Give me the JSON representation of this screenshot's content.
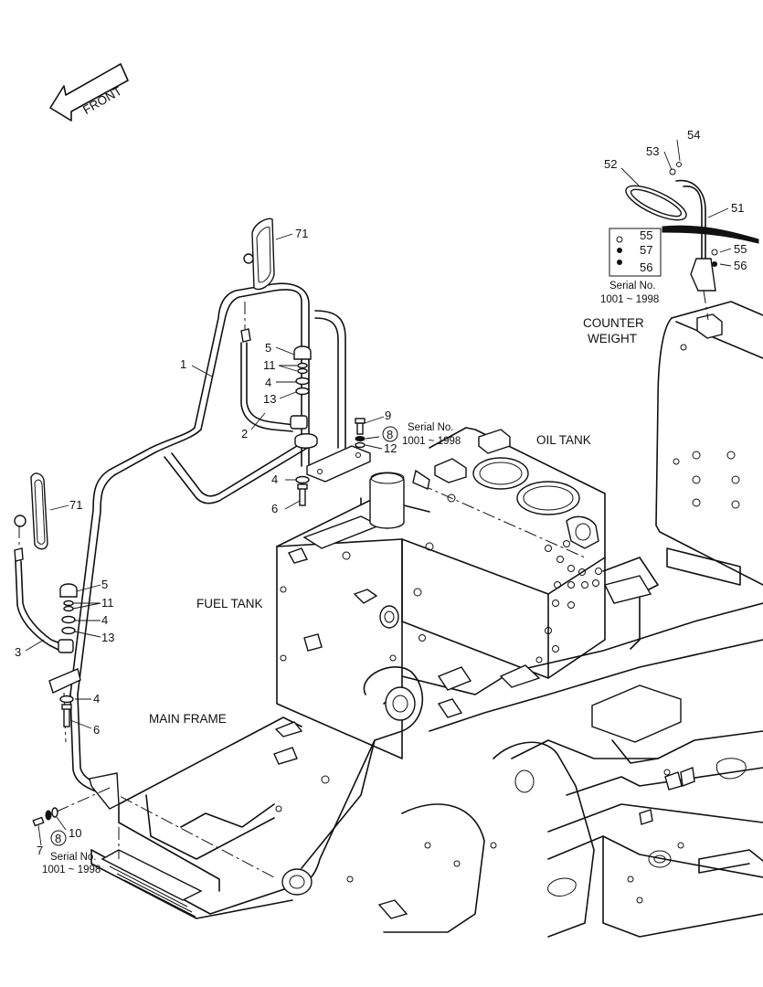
{
  "direction_label": "FRONT",
  "area_labels": {
    "counter_weight_line1": "COUNTER",
    "counter_weight_line2": "WEIGHT",
    "oil_tank": "OIL TANK",
    "fuel_tank": "FUEL TANK",
    "main_frame": "MAIN FRAME"
  },
  "serial_notes": {
    "title": "Serial No.",
    "range": "1001 ~ 1998"
  },
  "part_numbers": {
    "p1": "1",
    "p2": "2",
    "p3": "3",
    "p4": "4",
    "p5": "5",
    "p6": "6",
    "p7": "7",
    "p8": "8",
    "p9": "9",
    "p10": "10",
    "p11": "11",
    "p12": "12",
    "p13": "13",
    "p51": "51",
    "p52": "52",
    "p53": "53",
    "p54": "54",
    "p55": "55",
    "p56": "56",
    "p57": "57",
    "p71": "71"
  }
}
